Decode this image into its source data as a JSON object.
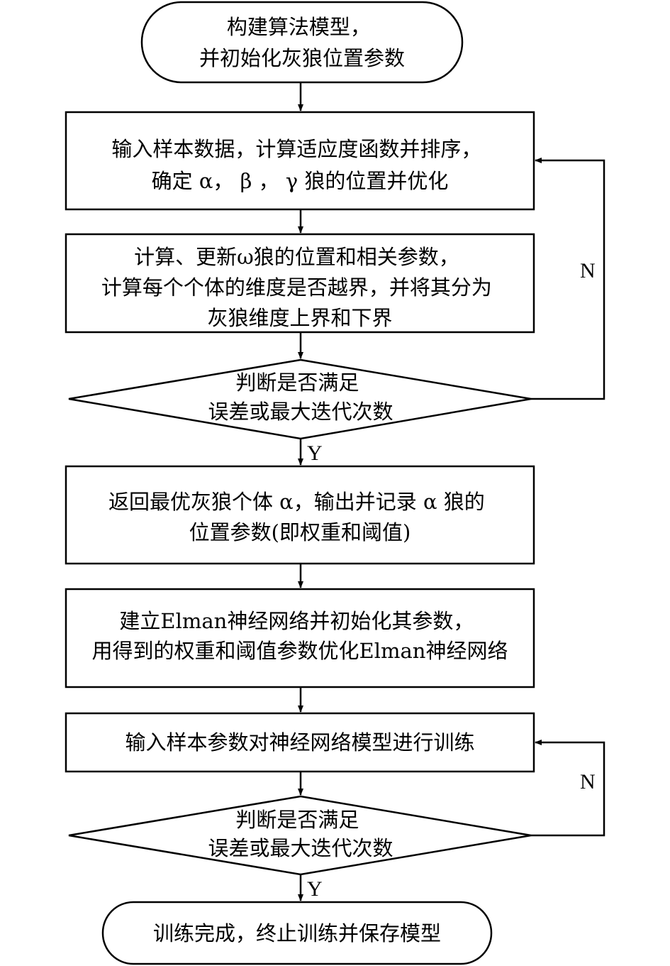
{
  "nodes": {
    "start": {
      "lines": [
        "构建算法模型，",
        "并初始化灰狼位置参数"
      ]
    },
    "step1": {
      "lines": [
        "输入样本数据，计算适应度函数并排序，",
        "确定 α， β ， γ 狼的位置并优化"
      ]
    },
    "step2": {
      "lines": [
        "计算、更新ω狼的位置和相关参数，",
        "计算每个个体的维度是否越界，并将其分为",
        "灰狼维度上界和下界"
      ]
    },
    "decision1": {
      "lines": [
        "判断是否满足",
        "误差或最大迭代次数"
      ]
    },
    "step3": {
      "lines": [
        "返回最优灰狼个体 α，输出并记录 α 狼的",
        "位置参数(即权重和阈值)"
      ]
    },
    "step4": {
      "lines": [
        "建立Elman神经网络并初始化其参数，",
        "用得到的权重和阈值参数优化Elman神经网络"
      ]
    },
    "step5": {
      "lines": [
        "输入样本参数对神经网络模型进行训练"
      ]
    },
    "decision2": {
      "lines": [
        "判断是否满足",
        "误差或最大迭代次数"
      ]
    },
    "end": {
      "lines": [
        "训练完成，终止训练并保存模型"
      ]
    }
  },
  "edge_labels": {
    "loop1_no": "N",
    "decision1_yes": "Y",
    "loop2_no": "N",
    "decision2_yes": "Y"
  }
}
